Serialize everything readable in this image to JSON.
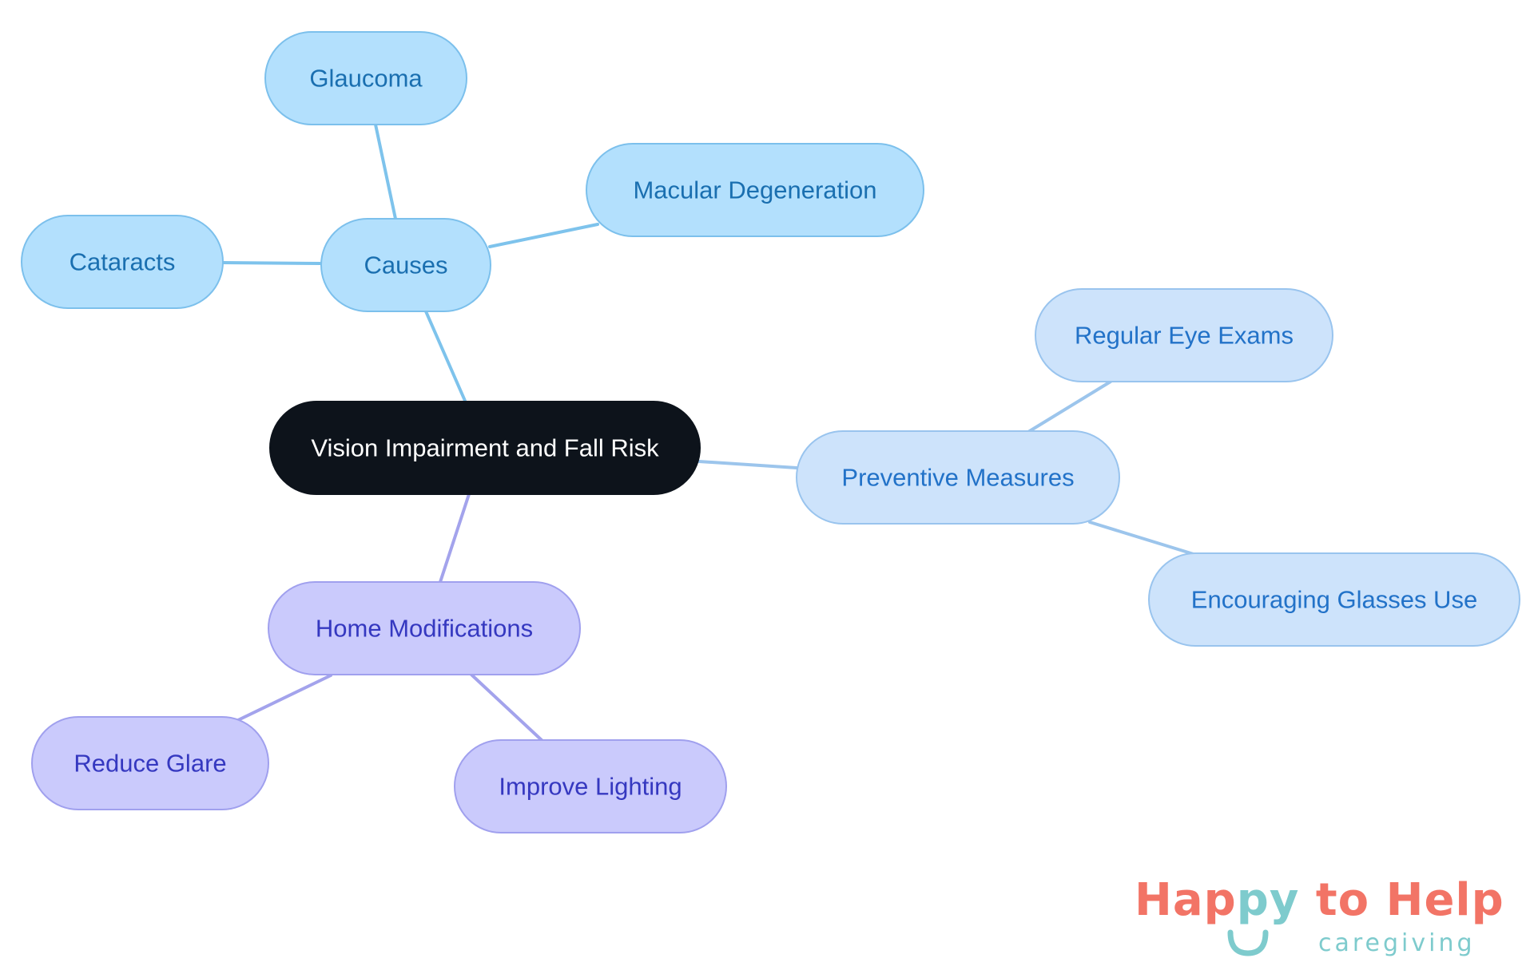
{
  "diagram": {
    "type": "mind-map",
    "root": {
      "id": "root",
      "label": "Vision Impairment and Fall Risk"
    },
    "branches": [
      {
        "id": "causes",
        "label": "Causes",
        "children": [
          {
            "id": "glaucoma",
            "label": "Glaucoma"
          },
          {
            "id": "macular",
            "label": "Macular Degeneration"
          },
          {
            "id": "cataracts",
            "label": "Cataracts"
          }
        ]
      },
      {
        "id": "preventive",
        "label": "Preventive Measures",
        "children": [
          {
            "id": "eyeexams",
            "label": "Regular Eye Exams"
          },
          {
            "id": "glasses",
            "label": "Encouraging Glasses Use"
          }
        ]
      },
      {
        "id": "home",
        "label": "Home Modifications",
        "children": [
          {
            "id": "glare",
            "label": "Reduce Glare"
          },
          {
            "id": "lighting",
            "label": "Improve Lighting"
          }
        ]
      }
    ]
  },
  "colors": {
    "root_fill": "#0d131b",
    "root_text": "#ffffff",
    "causes_fill": "#b3e0fd",
    "causes_stroke": "#7cc0ec",
    "causes_text": "#1a6fb0",
    "causes_edge": "#7ec3ec",
    "preventive_fill": "#cde3fb",
    "preventive_stroke": "#99c4ee",
    "preventive_text": "#2272c8",
    "preventive_edge": "#9cc5ec",
    "home_fill": "#cacafc",
    "home_stroke": "#a0a0ee",
    "home_text": "#3538c0",
    "home_edge": "#a3a3ec"
  },
  "logo": {
    "word1": "Hap",
    "word2": "py",
    "word3": " to Help",
    "subtitle": "caregiving",
    "accent_coral": "#f27466",
    "accent_teal": "#7ecbcd"
  }
}
